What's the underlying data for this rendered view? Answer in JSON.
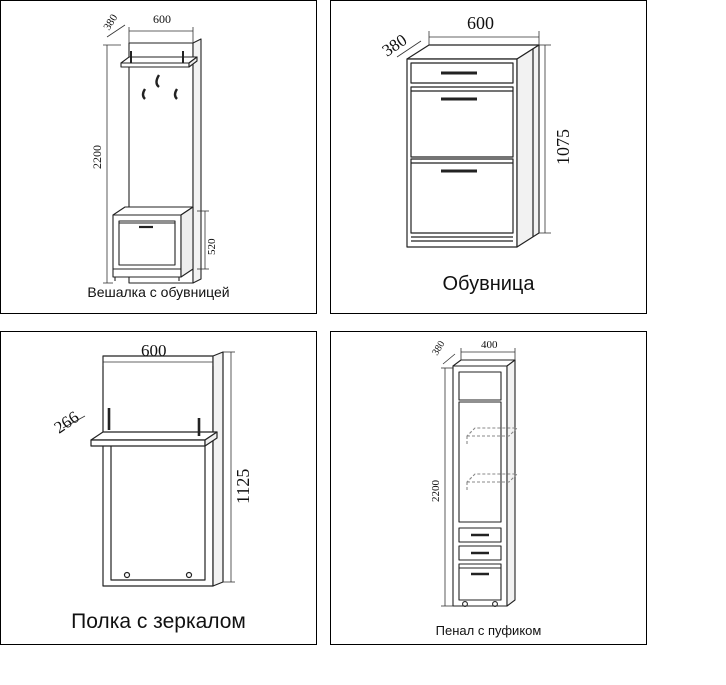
{
  "panels": [
    {
      "caption": "Вешалка с обувницей",
      "dims": {
        "depth": "380",
        "width": "600",
        "height": "2200",
        "low_height": "520"
      }
    },
    {
      "caption": "Обувница",
      "dims": {
        "depth": "380",
        "width": "600",
        "height": "1075"
      }
    },
    {
      "caption": "Полка с зеркалом",
      "dims": {
        "depth": "266",
        "width": "600",
        "height": "1125"
      }
    },
    {
      "caption": "Пенал с пуфиком",
      "dims": {
        "depth": "380",
        "width": "400",
        "height": "2200"
      }
    }
  ]
}
